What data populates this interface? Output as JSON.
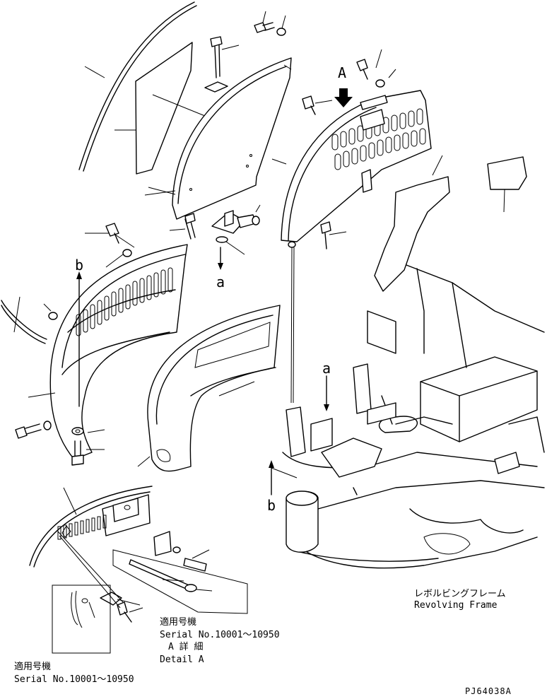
{
  "markers": {
    "view_a": "A",
    "arrow_a_left": "a",
    "arrow_a_right": "a",
    "arrow_b_left": "b",
    "arrow_b_right": "b"
  },
  "revolving_frame": {
    "jp": "レボルビングフレーム",
    "en": "Revolving Frame"
  },
  "detail_a_note": {
    "applicable_jp": "適用号機",
    "serial": "Serial No.10001～10950",
    "detail_jp": "A 詳 細",
    "detail_en": "Detail A"
  },
  "inset_note": {
    "applicable_jp": "適用号機",
    "serial": "Serial No.10001～10950"
  },
  "drawing_code": "PJ64038A"
}
